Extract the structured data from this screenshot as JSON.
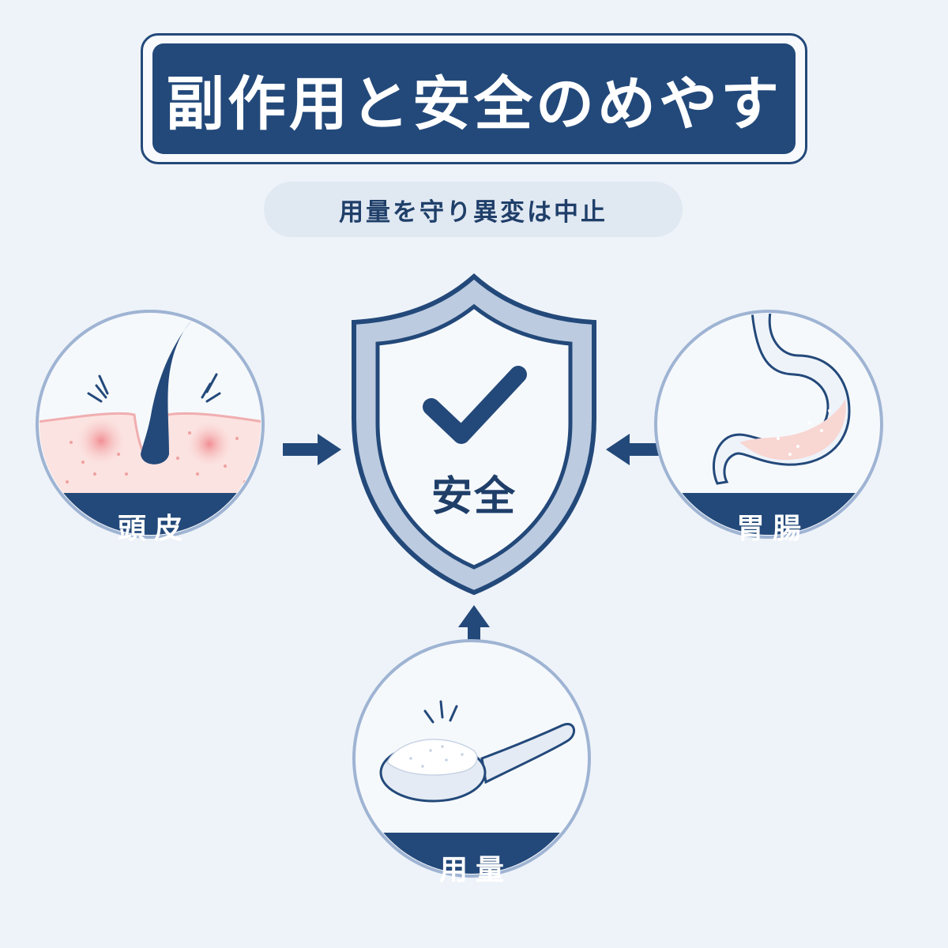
{
  "title": "副作用と安全のめやす",
  "subtitle": "用量を守り異変は中止",
  "center": {
    "label": "安全",
    "icon": "shield-check-icon"
  },
  "nodes": [
    {
      "id": "scalp",
      "label": "頭皮",
      "icon": "hair-follicle-scalp-icon"
    },
    {
      "id": "gut",
      "label": "胃腸",
      "icon": "stomach-icon"
    },
    {
      "id": "dose",
      "label": "用量",
      "icon": "powder-spoon-icon"
    }
  ],
  "colors": {
    "navy": "#23497a",
    "background": "#eef3f9",
    "circle_border": "#9fb4d3",
    "irritation": "#f0a8a8"
  }
}
